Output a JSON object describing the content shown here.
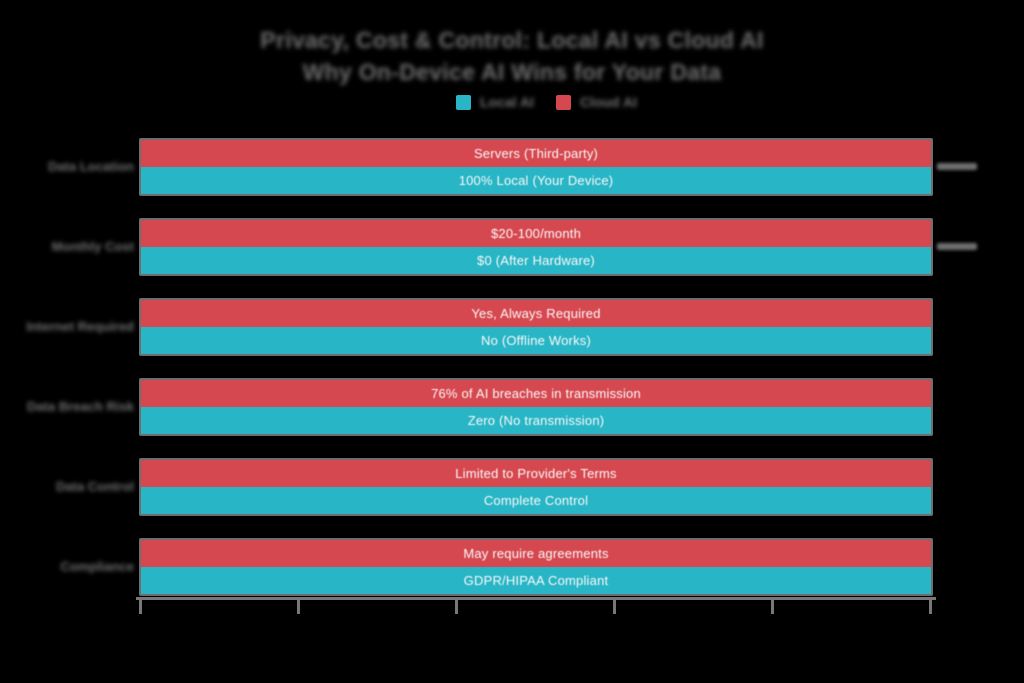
{
  "background": "#000000",
  "title": {
    "line1": "Privacy, Cost & Control: Local AI vs Cloud AI",
    "line2": "Why On-Device AI Wins for Your Data"
  },
  "legend": {
    "items": [
      {
        "label": "Local AI",
        "color": "#28B5C5"
      },
      {
        "label": "Cloud AI",
        "color": "#D6484F"
      }
    ]
  },
  "colors": {
    "cloud_red": "#D6484F",
    "local_cyan": "#28B5C5",
    "label_gray": "#6F6F6F",
    "axis_gray": "#787878",
    "bar_text": "#FAFAFA"
  },
  "chart_data": {
    "type": "bar",
    "orientation": "horizontal",
    "title": "Privacy, Cost & Control: Local AI vs Cloud AI — Why On-Device AI Wins for Your Data",
    "categories": [
      "Data Location",
      "Monthly Cost",
      "Internet Required",
      "Data Breach Risk",
      "Data Control",
      "Compliance"
    ],
    "series": [
      {
        "name": "Cloud AI",
        "color": "#D6484F",
        "values": [
          100,
          100,
          100,
          100,
          100,
          100
        ],
        "bar_labels": [
          "Servers (Third-party)",
          "$20-100/month",
          "Yes, Always Required",
          "76% of AI breaches in transmission",
          "Limited to Provider's Terms",
          "May require agreements"
        ]
      },
      {
        "name": "Local AI",
        "color": "#28B5C5",
        "values": [
          100,
          100,
          100,
          100,
          100,
          100
        ],
        "bar_labels": [
          "100% Local (Your Device)",
          "$0 (After Hardware)",
          "No (Offline Works)",
          "Zero (No transmission)",
          "Complete Control",
          "GDPR/HIPAA Compliant"
        ]
      }
    ],
    "xlim": [
      0,
      100
    ],
    "x_ticks": [
      0,
      20,
      40,
      60,
      80,
      100
    ],
    "grid": false,
    "legend_position": "top-center"
  }
}
